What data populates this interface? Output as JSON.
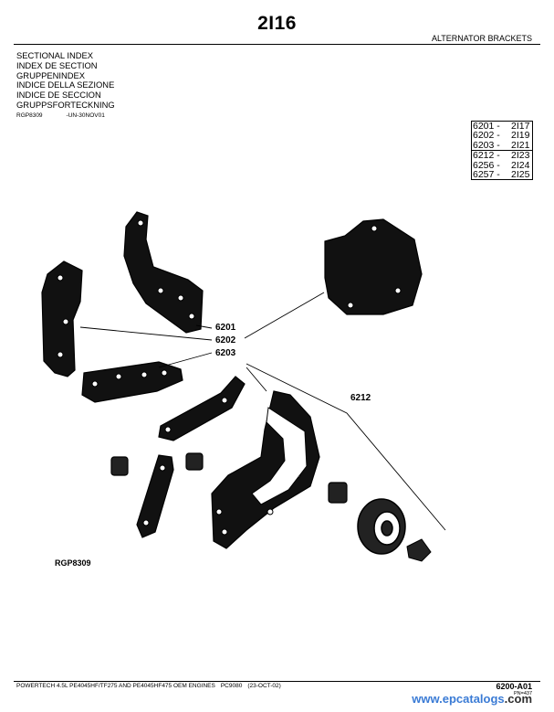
{
  "header": {
    "page_title": "2I16",
    "section_name": "ALTERNATOR BRACKETS"
  },
  "index": {
    "titles": [
      "SECTIONAL INDEX",
      "INDEX DE SECTION",
      "GRUPPENINDEX",
      "INDICE DELLA SEZIONE",
      "INDICE DE SECCION",
      "GRUPPSFORTECKNING"
    ],
    "image_ref": "RGP8309",
    "date_code": "-UN-30NOV01"
  },
  "references": [
    {
      "code": "6201 -",
      "page": "2I17"
    },
    {
      "code": "6202 -",
      "page": "2I19"
    },
    {
      "code": "6203 -",
      "page": "2I21"
    },
    {
      "code": "6212 -",
      "page": "2I23"
    },
    {
      "code": "6256 -",
      "page": "2I24"
    },
    {
      "code": "6257 -",
      "page": "2I25"
    }
  ],
  "callouts": {
    "c6201": "6201",
    "c6202": "6202",
    "c6203": "6203",
    "c6212": "6212"
  },
  "figure_id": "RGP8309",
  "footer": {
    "engine": "POWERTECH 4.5L PE4045HF/TF275 AND PE4045HF475 OEM ENGINES",
    "catalog": "PC9080",
    "date": "(23-OCT-02)",
    "page_number": "6200-A01",
    "page_sub": "PN=437",
    "watermark_domain": "www.epcatalogs",
    "watermark_tld": ".com"
  }
}
